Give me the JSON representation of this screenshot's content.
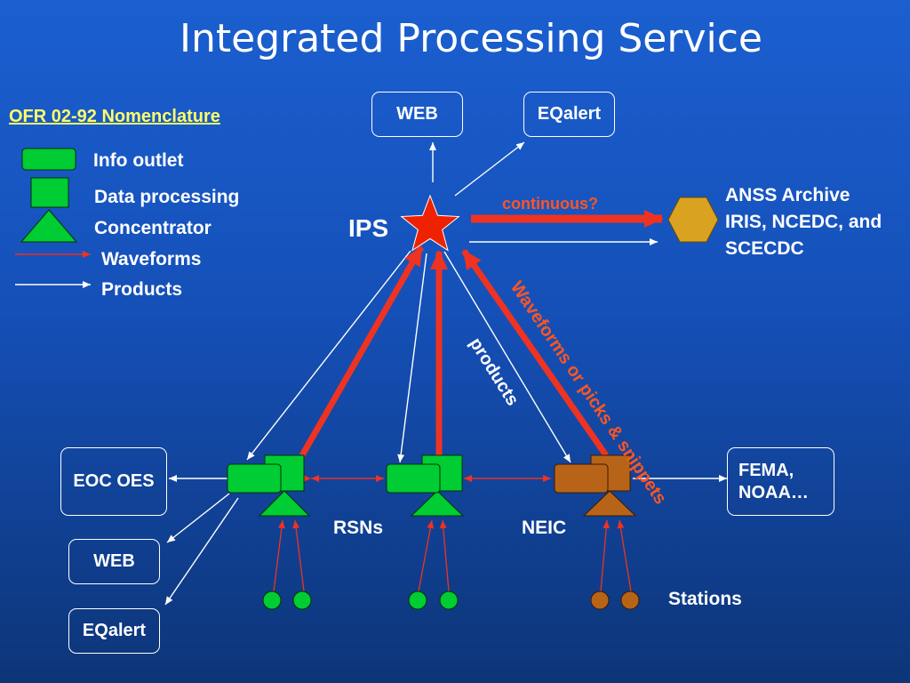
{
  "title": "Integrated Processing Service",
  "legend": {
    "heading": "OFR 02-92 Nomenclature",
    "items": [
      {
        "label": "Info outlet"
      },
      {
        "label": "Data processing"
      },
      {
        "label": "Concentrator"
      },
      {
        "label": "Waveforms"
      },
      {
        "label": "Products"
      }
    ]
  },
  "nodes": {
    "ips": "IPS",
    "web_top": "WEB",
    "eqalert_top": "EQalert",
    "archive": "ANSS Archive IRIS, NCEDC, and SCECDC",
    "eoc": "EOC OES",
    "web_left": "WEB",
    "eqalert_left": "EQalert",
    "fema": "FEMA, NOAA…",
    "rsns": "RSNs",
    "neic": "NEIC",
    "stations": "Stations"
  },
  "annotations": {
    "continuous": "continuous?",
    "products": "products",
    "waveforms": "Waveforms or picks & snippets"
  },
  "colors": {
    "info_outlet": "#00cc33",
    "neic_node": "#b86418",
    "archive": "#d9a321",
    "waveform_arrow": "#ee3322",
    "product_arrow": "#ffffff",
    "ips_star": "#ee2200"
  }
}
